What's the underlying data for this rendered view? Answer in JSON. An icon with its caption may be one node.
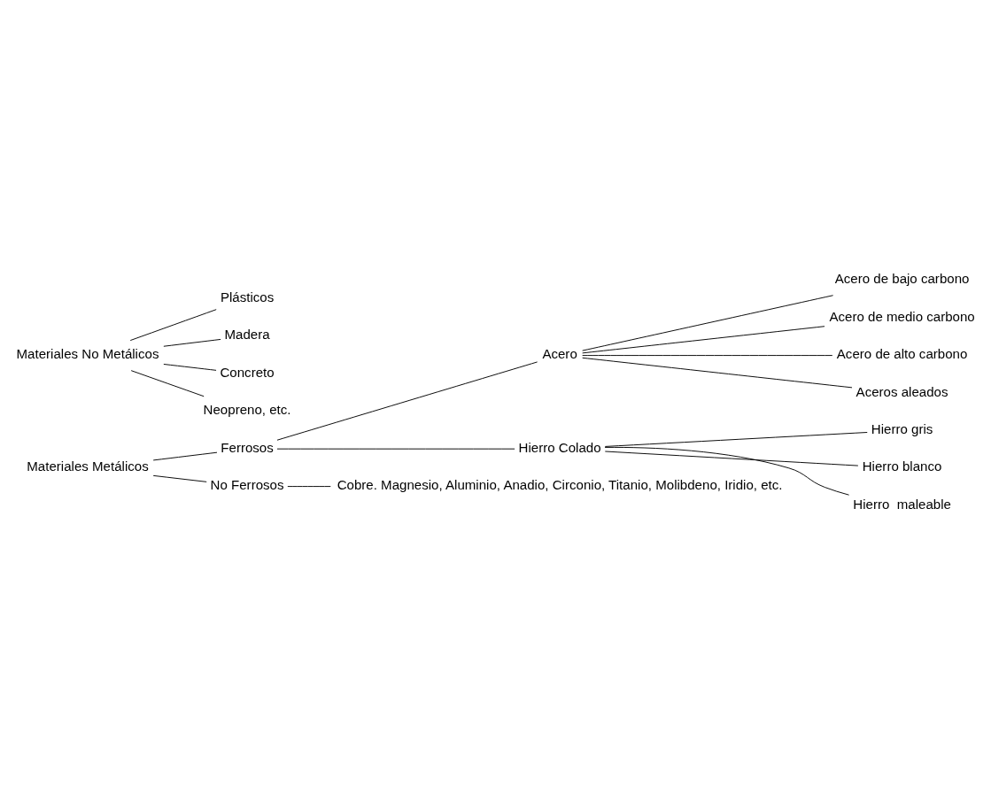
{
  "diagram": {
    "nodes": [
      {
        "text": [
          "Materiales Metálicos"
        ]
      },
      {
        "text": [
          "Ferrosos"
        ]
      },
      {
        "text": [
          "Acero"
        ]
      },
      {
        "text": [
          "Acero de bajo carbono"
        ]
      },
      {
        "text": [
          "Acero de medio carbono"
        ]
      },
      {
        "text": [
          "Acero de alto carbono"
        ]
      },
      {
        "text": [
          "Aceros aleados"
        ]
      },
      {
        "text": [
          "Hierro Colado"
        ]
      },
      {
        "text": [
          "Hierro gris"
        ]
      },
      {
        "text": [
          "Hierro blanco"
        ]
      },
      {
        "text": [
          "Hierro  maleable"
        ]
      },
      {
        "text": [
          "No Ferrosos"
        ]
      },
      {
        "text": [
          "Cobre. Magnesio, Aluminio, Anadio, Circonio, Titanio, Molibdeno, Iridio, etc."
        ]
      },
      {
        "text": [
          "Materiales No Metálicos"
        ]
      },
      {
        "text": [
          "Plásticos"
        ]
      },
      {
        "text": [
          "Madera"
        ]
      },
      {
        "text": [
          "Concreto"
        ]
      },
      {
        "text": [
          "Neopreno, etc."
        ]
      }
    ],
    "edges": [
      {
        "from": 0,
        "to": 1,
        "arrow": "none"
      },
      {
        "from": 0,
        "to": 11,
        "arrow": "none"
      },
      {
        "from": 1,
        "to": 2,
        "arrow": "none"
      },
      {
        "from": 1,
        "to": 7,
        "arrow": "none"
      },
      {
        "from": 2,
        "to": 3,
        "arrow": "none"
      },
      {
        "from": 2,
        "to": 4,
        "arrow": "none"
      },
      {
        "from": 2,
        "to": 5,
        "arrow": "none"
      },
      {
        "from": 2,
        "to": 6,
        "arrow": "none"
      },
      {
        "from": 7,
        "to": 8,
        "arrow": "none"
      },
      {
        "from": 7,
        "to": 9,
        "arrow": "none"
      },
      {
        "from": 7,
        "to": 10,
        "arrow": "none"
      },
      {
        "from": 11,
        "to": 12,
        "arrow": "none"
      },
      {
        "from": 13,
        "to": 14,
        "arrow": "none"
      },
      {
        "from": 13,
        "to": 15,
        "arrow": "none"
      },
      {
        "from": 13,
        "to": 16,
        "arrow": "none"
      },
      {
        "from": 13,
        "to": 17,
        "arrow": "none"
      }
    ]
  }
}
